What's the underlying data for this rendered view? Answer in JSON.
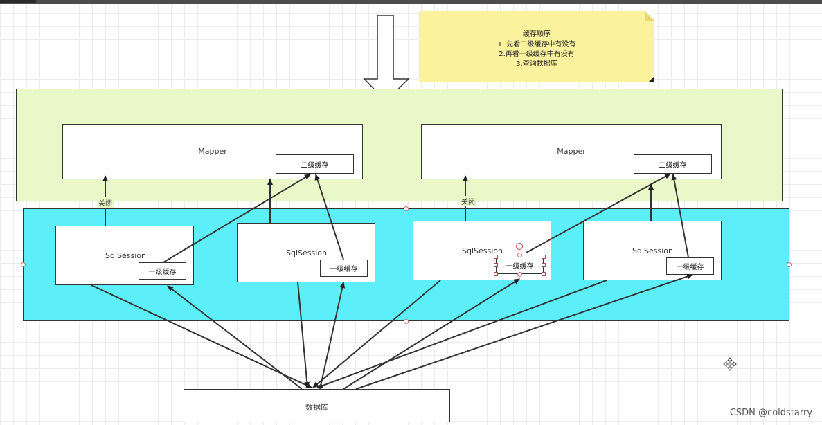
{
  "note": {
    "title": "缓存顺序",
    "lines": [
      "1. 先看二级缓存中有没有",
      "2.再看一级缓存中有没有",
      "3.查询数据库"
    ]
  },
  "mappers": [
    {
      "label": "Mapper",
      "cache": "二级缓存"
    },
    {
      "label": "Mapper",
      "cache": "二级缓存"
    }
  ],
  "sessions": [
    {
      "label": "SqlSession",
      "cache": "一级缓存"
    },
    {
      "label": "SqlSession",
      "cache": "一级缓存"
    },
    {
      "label": "SqlSession",
      "cache": "一级缓存"
    },
    {
      "label": "SqlSession",
      "cache": "一级缓存"
    }
  ],
  "close_labels": [
    "关闭",
    "关闭"
  ],
  "database": {
    "label": "数据库"
  },
  "watermark": "CSDN @coldstarry",
  "colors": {
    "mapper_area": "#e8f8c8",
    "session_area": "#5ceef9",
    "note": "#fbf29d"
  }
}
